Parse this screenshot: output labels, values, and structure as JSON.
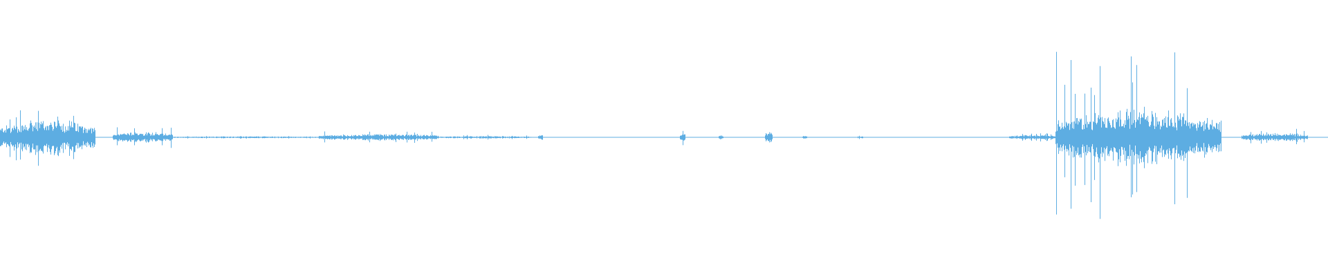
{
  "waveform": {
    "color": "#5dade2",
    "baseline_color": "#5dade2",
    "segments": [
      {
        "start": 0.0,
        "end": 0.072,
        "amp": 0.22,
        "peak": 0.38
      },
      {
        "start": 0.085,
        "end": 0.13,
        "amp": 0.07,
        "peak": 0.12
      },
      {
        "start": 0.13,
        "end": 0.24,
        "amp": 0.012,
        "peak": 0.02
      },
      {
        "start": 0.24,
        "end": 0.33,
        "amp": 0.04,
        "peak": 0.08
      },
      {
        "start": 0.33,
        "end": 0.4,
        "amp": 0.015,
        "peak": 0.03
      },
      {
        "start": 0.405,
        "end": 0.409,
        "amp": 0.04,
        "peak": 0.05
      },
      {
        "start": 0.512,
        "end": 0.516,
        "amp": 0.1,
        "peak": 0.13
      },
      {
        "start": 0.541,
        "end": 0.545,
        "amp": 0.03,
        "peak": 0.04
      },
      {
        "start": 0.576,
        "end": 0.582,
        "amp": 0.08,
        "peak": 0.1
      },
      {
        "start": 0.604,
        "end": 0.608,
        "amp": 0.02,
        "peak": 0.03
      },
      {
        "start": 0.646,
        "end": 0.65,
        "amp": 0.02,
        "peak": 0.03
      },
      {
        "start": 0.76,
        "end": 0.795,
        "amp": 0.03,
        "peak": 0.06
      },
      {
        "start": 0.795,
        "end": 0.92,
        "amp": 0.35,
        "peak": 1.0
      },
      {
        "start": 0.935,
        "end": 0.985,
        "amp": 0.05,
        "peak": 0.1
      }
    ]
  }
}
